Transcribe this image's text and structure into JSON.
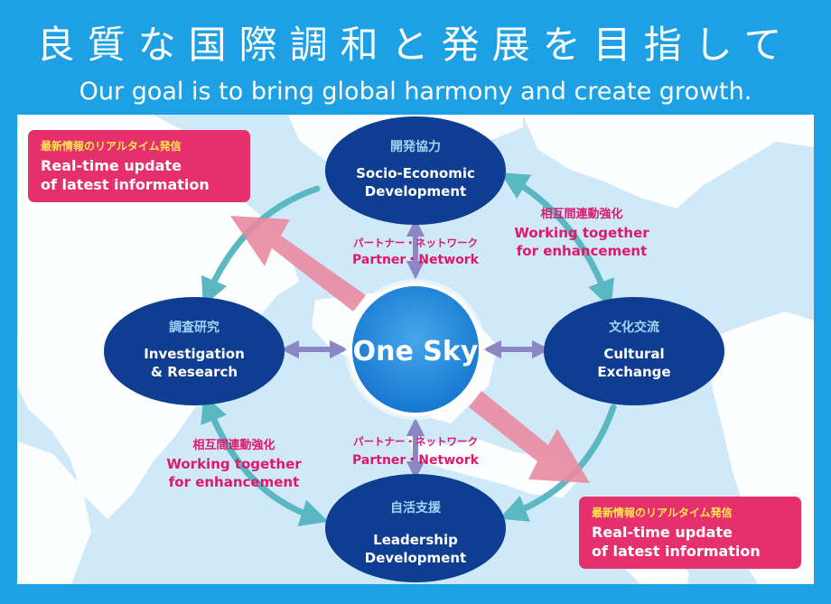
{
  "header": {
    "title_jp": "良質な国際調和と発展を目指して",
    "title_en": "Our goal is to bring global harmony and create growth."
  },
  "center": {
    "label": "One Sky"
  },
  "nodes": {
    "top": {
      "jp": "開発協力",
      "en1": "Socio-Economic",
      "en2": "Development"
    },
    "left": {
      "jp": "調査研究",
      "en1": "Investigation",
      "en2": "& Research"
    },
    "right": {
      "jp": "文化交流",
      "en1": "Cultural",
      "en2": "Exchange"
    },
    "bottom": {
      "jp": "自活支援",
      "en1": "Leadership",
      "en2": "Development"
    }
  },
  "links": {
    "partner_top": {
      "jp": "パートナー・ネットワーク",
      "en": "Partner・Network"
    },
    "partner_bottom": {
      "jp": "パートナー・ネットワーク",
      "en": "Partner・Network"
    },
    "work_right": {
      "jp": "相互間連動強化",
      "en1": "Working together",
      "en2": "for enhancement"
    },
    "work_left": {
      "jp": "相互間連動強化",
      "en1": "Working together",
      "en2": "for enhancement"
    }
  },
  "callouts": {
    "top_left": {
      "jp": "最新情報のリアルタイム発信",
      "en1": "Real-time update",
      "en2": "of latest information"
    },
    "bottom_right": {
      "jp": "最新情報のリアルタイム発信",
      "en1": "Real-time update",
      "en2": "of latest information"
    }
  },
  "colors": {
    "background": "#1ea0e4",
    "map_sea": "#cfe9f8",
    "map_land": "#ffffff",
    "node_fill": "#0f3d92",
    "node_jp_text": "#9fd6f4",
    "callout_fill": "#e6306d",
    "callout_jp_text": "#ffe94a",
    "link_text": "#e0186c",
    "teal_arrow": "#5ab8c2",
    "purple_arrow": "#8d86c4",
    "pink_arrow": "#e98aa0"
  }
}
